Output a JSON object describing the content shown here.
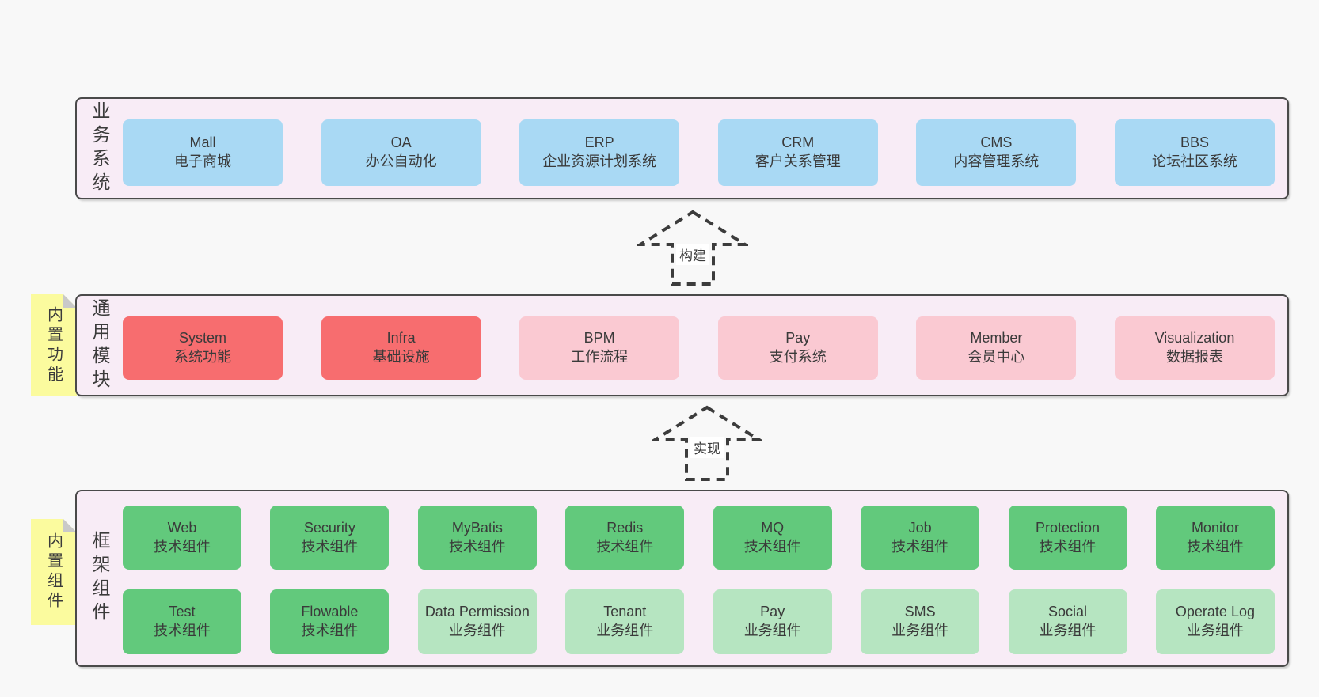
{
  "colors": {
    "page_bg": "#f8f8f8",
    "panel_bg": "#f8ecf6",
    "panel_border": "#4a4a4a",
    "box_blue": "#a9d9f4",
    "box_red": "#f76d6f",
    "box_pink": "#fac9d2",
    "box_green": "#62c97c",
    "box_light_green": "#b6e5c1",
    "note_yellow": "#fbfb9e",
    "note_fold_gray": "#c9c9c9",
    "text": "#3b3b3b"
  },
  "arrows": {
    "build": "构建",
    "implement": "实现"
  },
  "layers": {
    "business": {
      "label": "业务系统",
      "boxes": [
        {
          "title": "Mall",
          "subtitle": "电子商城"
        },
        {
          "title": "OA",
          "subtitle": "办公自动化"
        },
        {
          "title": "ERP",
          "subtitle": "企业资源计划系统"
        },
        {
          "title": "CRM",
          "subtitle": "客户关系管理"
        },
        {
          "title": "CMS",
          "subtitle": "内容管理系统"
        },
        {
          "title": "BBS",
          "subtitle": "论坛社区系统"
        }
      ]
    },
    "modules": {
      "label": "通用模块",
      "note": "内置功能",
      "boxes": [
        {
          "title": "System",
          "subtitle": "系统功能"
        },
        {
          "title": "Infra",
          "subtitle": "基础设施"
        },
        {
          "title": "BPM",
          "subtitle": "工作流程"
        },
        {
          "title": "Pay",
          "subtitle": "支付系统"
        },
        {
          "title": "Member",
          "subtitle": "会员中心"
        },
        {
          "title": "Visualization",
          "subtitle": "数据报表"
        }
      ]
    },
    "framework": {
      "label": "框架组件",
      "note": "内置组件",
      "row1": [
        {
          "title": "Web",
          "subtitle": "技术组件"
        },
        {
          "title": "Security",
          "subtitle": "技术组件"
        },
        {
          "title": "MyBatis",
          "subtitle": "技术组件"
        },
        {
          "title": "Redis",
          "subtitle": "技术组件"
        },
        {
          "title": "MQ",
          "subtitle": "技术组件"
        },
        {
          "title": "Job",
          "subtitle": "技术组件"
        },
        {
          "title": "Protection",
          "subtitle": "技术组件"
        },
        {
          "title": "Monitor",
          "subtitle": "技术组件"
        }
      ],
      "row2": [
        {
          "title": "Test",
          "subtitle": "技术组件"
        },
        {
          "title": "Flowable",
          "subtitle": "技术组件"
        },
        {
          "title": "Data Permission",
          "subtitle": "业务组件"
        },
        {
          "title": "Tenant",
          "subtitle": "业务组件"
        },
        {
          "title": "Pay",
          "subtitle": "业务组件"
        },
        {
          "title": "SMS",
          "subtitle": "业务组件"
        },
        {
          "title": "Social",
          "subtitle": "业务组件"
        },
        {
          "title": "Operate Log",
          "subtitle": "业务组件"
        }
      ]
    }
  }
}
